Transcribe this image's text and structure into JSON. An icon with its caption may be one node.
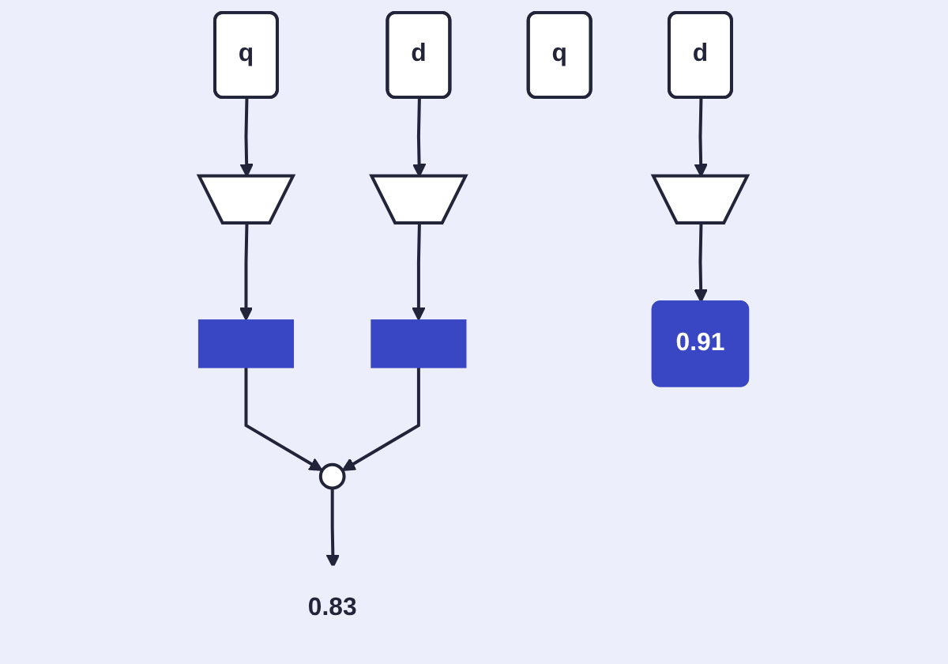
{
  "diagram": {
    "nodes": [
      {
        "text": [
          "q"
        ]
      },
      {
        "text": [
          "d"
        ]
      },
      {
        "text": [],
        "shape": "trapezoid"
      },
      {
        "text": [],
        "shape": "trapezoid"
      },
      {
        "text": [],
        "shape": "bar"
      },
      {
        "text": [],
        "shape": "bar"
      },
      {
        "text": [],
        "shape": "circle"
      },
      {
        "text": [
          "0.83"
        ]
      },
      {
        "text": [
          "q"
        ]
      },
      {
        "text": [
          "d"
        ]
      },
      {
        "text": [],
        "shape": "trapezoid"
      },
      {
        "text": [
          "0.91"
        ]
      }
    ],
    "edges": [
      {
        "from": 0,
        "to": 2,
        "arrow": "to"
      },
      {
        "from": 1,
        "to": 3,
        "arrow": "to"
      },
      {
        "from": 2,
        "to": 4,
        "arrow": "to"
      },
      {
        "from": 3,
        "to": 5,
        "arrow": "to"
      },
      {
        "from": 4,
        "to": 6,
        "arrow": "to"
      },
      {
        "from": 5,
        "to": 6,
        "arrow": "to"
      },
      {
        "from": 6,
        "to": 7,
        "arrow": "to"
      },
      {
        "from": 9,
        "to": 10,
        "arrow": "to"
      },
      {
        "from": 10,
        "to": 11,
        "arrow": "to"
      }
    ]
  }
}
